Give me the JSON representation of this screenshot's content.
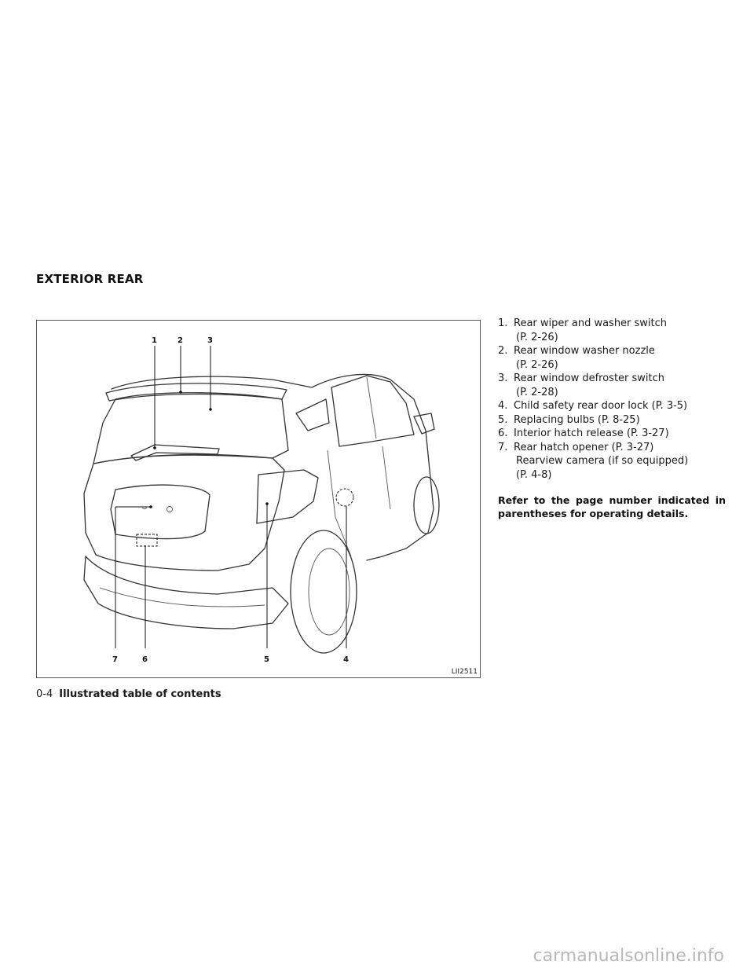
{
  "section_title": "EXTERIOR REAR",
  "figure": {
    "code": "LII2511",
    "callout_numbers": [
      "1",
      "2",
      "3",
      "4",
      "5",
      "6",
      "7"
    ]
  },
  "callouts": [
    {
      "num": "1.",
      "lines": [
        "Rear wiper and washer switch",
        "(P. 2-26)"
      ]
    },
    {
      "num": "2.",
      "lines": [
        "Rear window washer nozzle",
        "(P. 2-26)"
      ]
    },
    {
      "num": "3.",
      "lines": [
        "Rear window defroster switch",
        "(P. 2-28)"
      ]
    },
    {
      "num": "4.",
      "lines": [
        "Child safety rear door lock (P. 3-5)"
      ]
    },
    {
      "num": "5.",
      "lines": [
        "Replacing bulbs (P. 8-25)"
      ]
    },
    {
      "num": "6.",
      "lines": [
        "Interior hatch release (P. 3-27)"
      ]
    },
    {
      "num": "7.",
      "lines": [
        "Rear hatch opener (P. 3-27)",
        "Rearview camera (if so equipped)",
        "(P. 4-8)"
      ]
    }
  ],
  "note": "Refer to the page number indicated in parentheses for operating details.",
  "footer": {
    "page": "0-4",
    "section": "Illustrated table of contents"
  },
  "watermark": "carmanualsonline.info"
}
